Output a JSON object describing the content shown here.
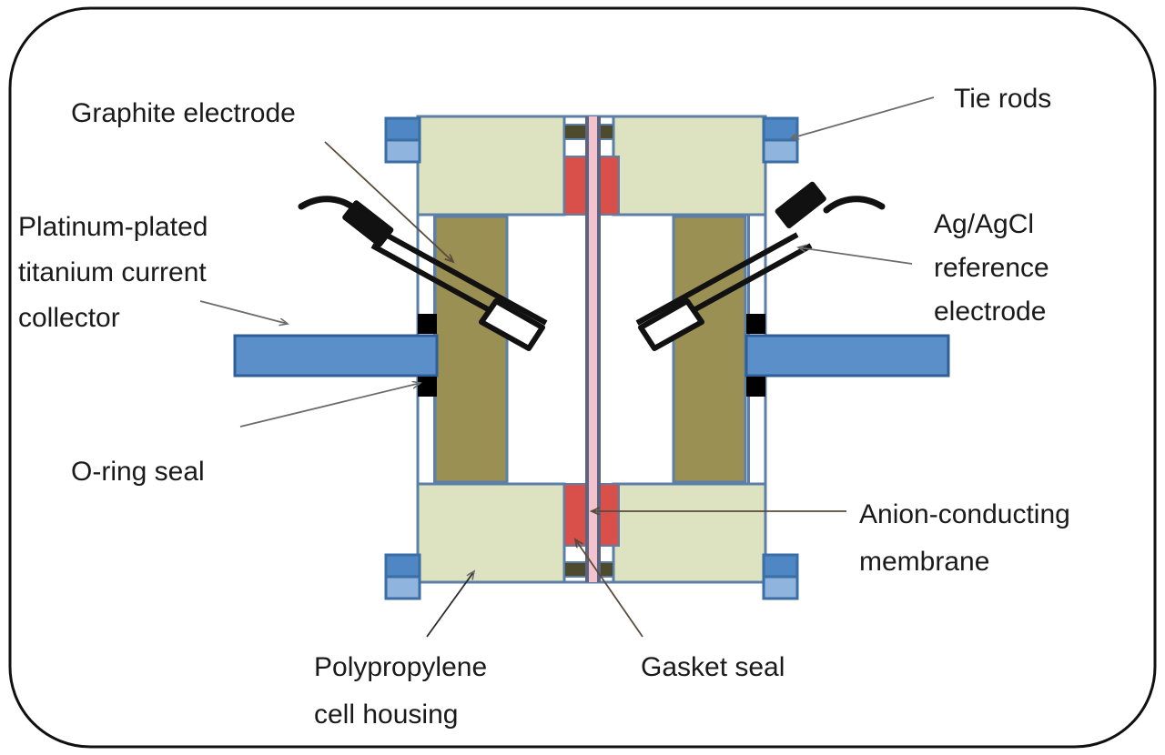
{
  "figure": {
    "kind": "cross-section schematic",
    "subject": "Electrochemical cell with anion-conducting membrane",
    "border": {
      "color": "#111111",
      "radius": 88,
      "width": 3
    }
  },
  "labels": {
    "graphite_electrode": "Graphite electrode",
    "platinum_collector_line1": "Platinum-plated",
    "platinum_collector_line2": "titanium current",
    "platinum_collector_line3": "collector",
    "oring_seal": "O-ring seal",
    "tie_rods": "Tie rods",
    "reference_electrode_line1": "Ag/AgCl",
    "reference_electrode_line2": "reference",
    "reference_electrode_line3": "electrode",
    "anion_membrane_line1": "Anion-conducting",
    "anion_membrane_line2": "membrane",
    "polypropylene_line1": "Polypropylene",
    "polypropylene_line2": "cell housing",
    "gasket_seal": "Gasket seal"
  },
  "colors": {
    "housing_fill": "#dde3c0",
    "housing_stroke": "#5b7fa6",
    "graphite_fill": "#9a9054",
    "graphite_stroke": "#5b7fa6",
    "collector_fill": "#5b8fc9",
    "collector_stroke": "#2f5f96",
    "tierod_dark": "#4f87c4",
    "tierod_light": "#8fb4de",
    "tierod_stroke": "#3a6ea5",
    "gasket_fill": "#d9504a",
    "gasket_stroke": "#5b7fa6",
    "membrane_fill": "#f2c3cd",
    "membrane_edge": "#5b6480",
    "band_fill": "#4d4a2e",
    "oring_fill": "#000000",
    "probe_body": "#ffffff",
    "probe_cap": "#111111",
    "leader_line": "#6b6b6b",
    "text": "#1a1a1a"
  },
  "parts": [
    {
      "name": "tie-rod",
      "count": 4,
      "positions": [
        "top-left",
        "top-right",
        "bottom-left",
        "bottom-right"
      ]
    },
    {
      "name": "polypropylene-housing-block",
      "count": 4
    },
    {
      "name": "graphite-electrode",
      "count": 2
    },
    {
      "name": "platinum-plated-titanium-current-collector",
      "count": 2
    },
    {
      "name": "o-ring-seal",
      "count": 4
    },
    {
      "name": "gasket-seal",
      "count": 4
    },
    {
      "name": "anion-conducting-membrane",
      "count": 1
    },
    {
      "name": "ag-agcl-reference-electrode",
      "count": 2
    }
  ]
}
